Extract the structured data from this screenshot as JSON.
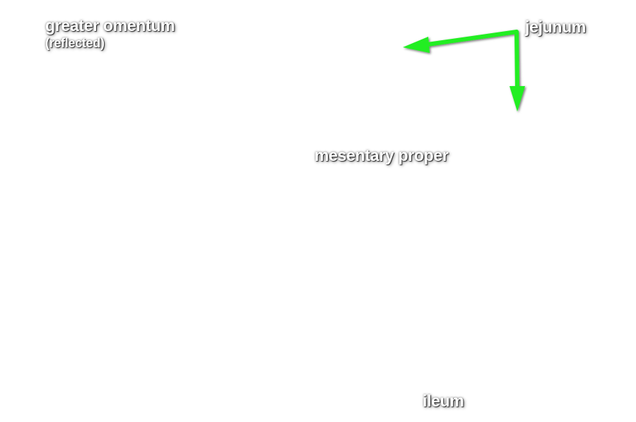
{
  "labels": {
    "greater_omentum": "greater omentum",
    "greater_omentum_note": "(reflected)",
    "jejunum": "jejunum",
    "mesentary_proper": "mesentary proper",
    "ileum": "ileum"
  },
  "colors": {
    "arrow": "#22ee22",
    "label_text": "#ffffff",
    "label_shadow": "#000000",
    "background": "#ffffff"
  }
}
